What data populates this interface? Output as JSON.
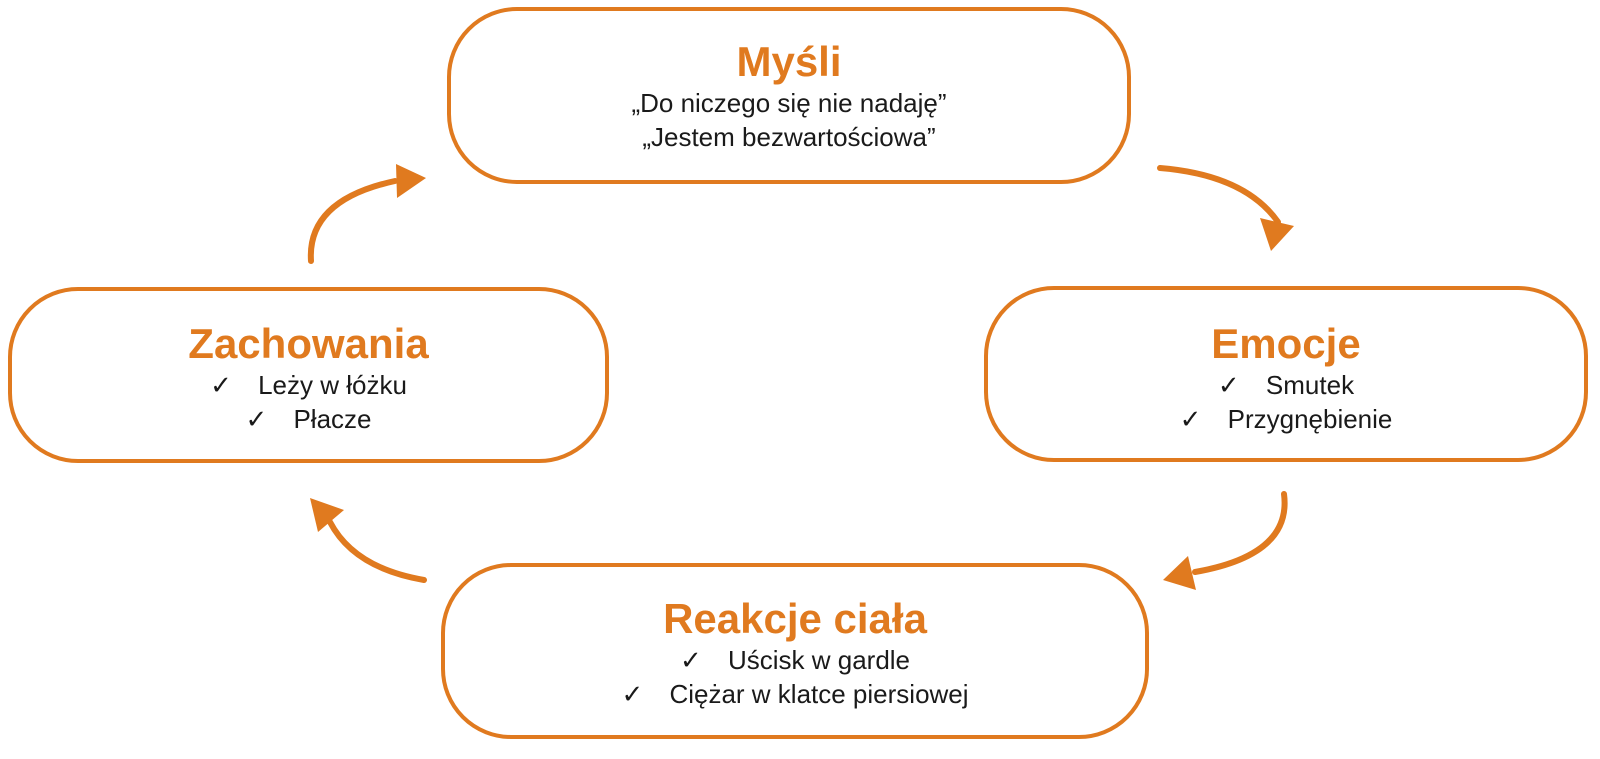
{
  "colors": {
    "accent": "#E07A1F",
    "text": "#1a1a1a",
    "background": "#ffffff"
  },
  "check_icon": "✓",
  "nodes": {
    "thoughts": {
      "title": "Myśli",
      "lines": [
        "„Do niczego się nie nadaję”",
        "„Jestem bezwartościowa”"
      ]
    },
    "emotions": {
      "title": "Emocje",
      "items": [
        "Smutek",
        "Przygnębienie"
      ]
    },
    "body": {
      "title": "Reakcje ciała",
      "items": [
        "Uścisk w gardle",
        "Ciężar w klatce piersiowej"
      ]
    },
    "behaviors": {
      "title": "Zachowania",
      "items": [
        "Leży w łóżku",
        "Płacze"
      ]
    }
  },
  "flow": [
    "thoughts",
    "emotions",
    "body",
    "behaviors",
    "thoughts"
  ]
}
